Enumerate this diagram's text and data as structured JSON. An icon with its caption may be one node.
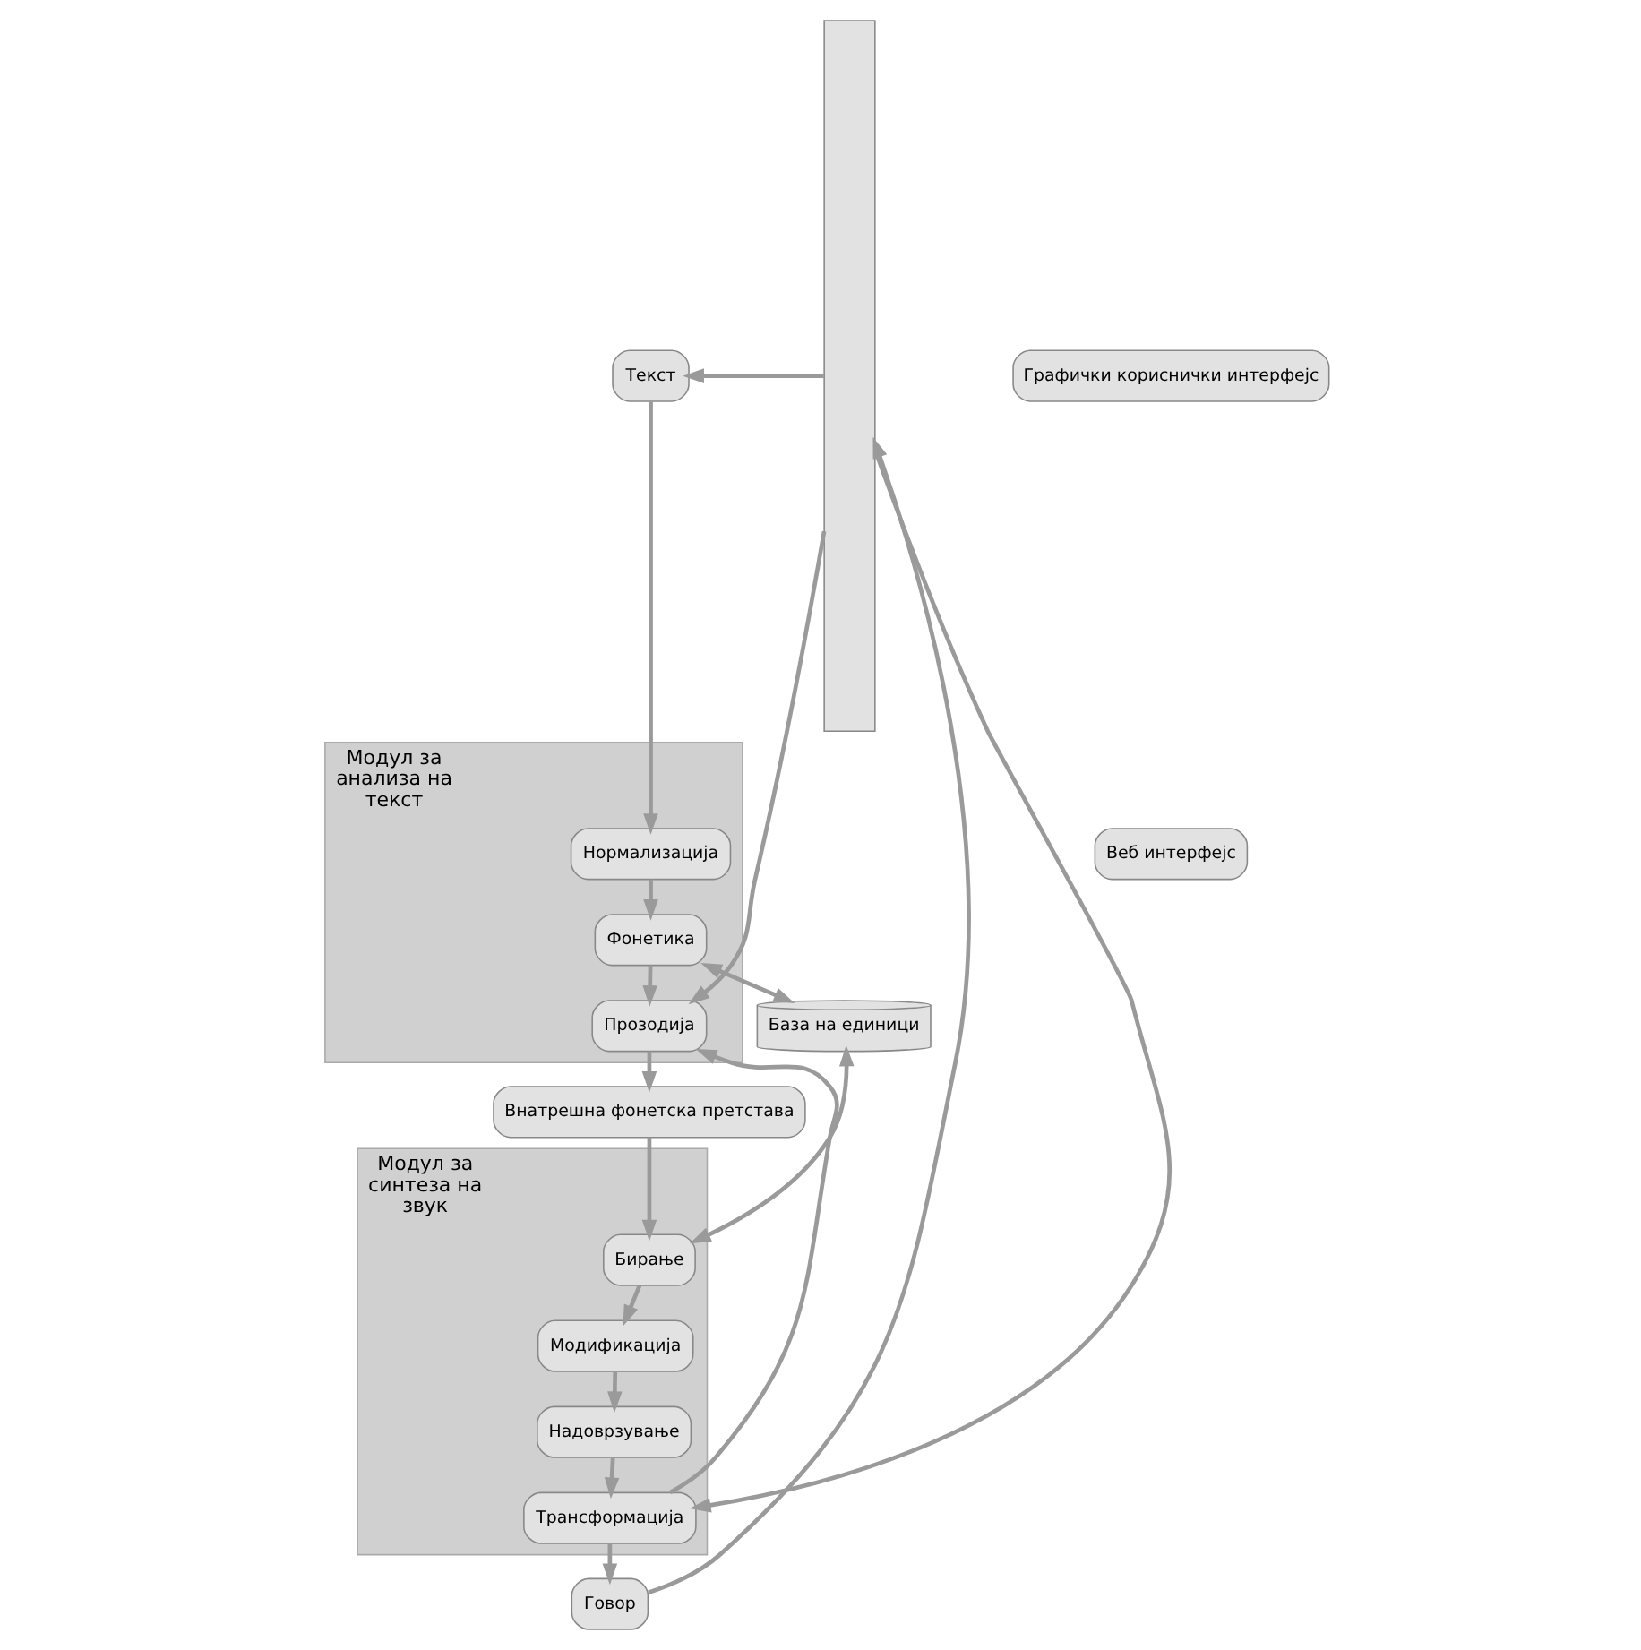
{
  "diagram": {
    "nodes": [
      {
        "text": [
          "Текст"
        ]
      },
      {
        "text": [
          "Модул за анализа на текст"
        ]
      },
      {
        "text": [
          "Нормализација"
        ],
        "in": 1
      },
      {
        "text": [
          "Фонетика"
        ],
        "in": 1
      },
      {
        "text": [
          "Прозодија"
        ],
        "in": 1
      },
      {
        "text": [
          "Внатрешна фонетска претстава"
        ]
      },
      {
        "text": [
          "База на единици"
        ]
      },
      {
        "text": [
          "Модул за синтеза на звук"
        ]
      },
      {
        "text": [
          "Бирање"
        ],
        "in": 7
      },
      {
        "text": [
          "Модификација"
        ],
        "in": 7
      },
      {
        "text": [
          "Надоврзување"
        ],
        "in": 7
      },
      {
        "text": [
          "Трансформација"
        ],
        "in": 7
      },
      {
        "text": [
          "Говор"
        ]
      },
      {
        "text": [],
        "shape": "bar"
      },
      {
        "text": [
          "Графички кориснички интерфејс"
        ]
      },
      {
        "text": [
          "Веб интерфејс"
        ]
      }
    ],
    "edges": [
      {
        "from": 13,
        "to": 0,
        "arrow": "to"
      },
      {
        "from": 0,
        "to": 2,
        "arrow": "to"
      },
      {
        "from": 2,
        "to": 3,
        "arrow": "to"
      },
      {
        "from": 3,
        "to": 4,
        "arrow": "to"
      },
      {
        "from": 4,
        "to": 5,
        "arrow": "to"
      },
      {
        "from": 3,
        "to": 6,
        "arrow": "both"
      },
      {
        "from": 13,
        "to": 4,
        "arrow": "to"
      },
      {
        "from": 5,
        "to": 8,
        "arrow": "to"
      },
      {
        "from": 8,
        "to": 6,
        "arrow": "both"
      },
      {
        "from": 8,
        "to": 9,
        "arrow": "to"
      },
      {
        "from": 9,
        "to": 10,
        "arrow": "to"
      },
      {
        "from": 10,
        "to": 11,
        "arrow": "to"
      },
      {
        "from": 11,
        "to": 4,
        "arrow": "to"
      },
      {
        "from": 13,
        "to": 11,
        "arrow": "to"
      },
      {
        "from": 11,
        "to": 12,
        "arrow": "to"
      },
      {
        "from": 12,
        "to": 13,
        "arrow": "to"
      }
    ]
  }
}
